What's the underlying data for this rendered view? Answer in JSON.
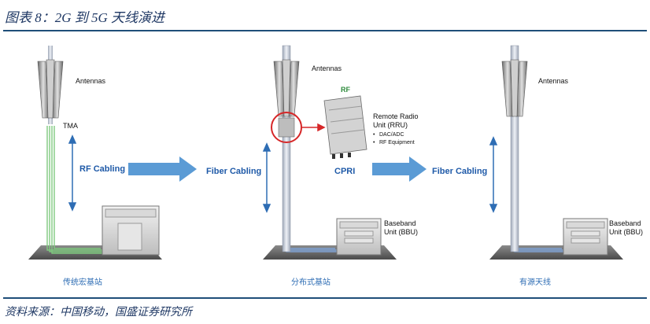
{
  "header": {
    "title": "图表 8：2G 到 5G 天线演进"
  },
  "footer": {
    "source": "资料来源：中国移动，国盛证券研究所"
  },
  "panel_left": {
    "antennas": "Antennas",
    "tma": "TMA",
    "cabling": "RF Cabling",
    "caption": "传统宏基站"
  },
  "panel_middle": {
    "fiber_in": "Fiber  Cabling",
    "antennas": "Antennas",
    "rf": "RF",
    "rru_line1": "Remote Radio",
    "rru_line2": "Unit (RRU)",
    "rru_bullet1": "DAC/ADC",
    "rru_bullet2": "RF Equipment",
    "cpri": "CPRI",
    "bbu_line1": "Baseband",
    "bbu_line2": "Unit (BBU)",
    "caption": "分布式基站"
  },
  "panel_right": {
    "fiber_in": "Fiber  Cabling",
    "antennas": "Antennas",
    "bbu_line1": "Baseband",
    "bbu_line2": "Unit (BBU)",
    "caption": "有源天线"
  },
  "colors": {
    "accent_blue": "#2e6db4",
    "arrow_blue": "#5b9bd5",
    "cable_green": "#7fc97f",
    "rule": "#1f4e79",
    "highlight_red": "#d62728"
  }
}
